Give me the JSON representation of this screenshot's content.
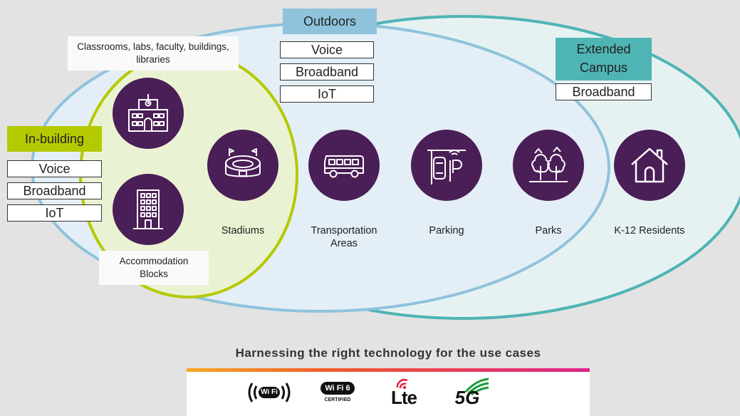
{
  "zones": {
    "in_building": {
      "label": "In-building",
      "services": [
        "Voice",
        "Broadband",
        "IoT"
      ],
      "color": "#b5c900"
    },
    "outdoors": {
      "label": "Outdoors",
      "services": [
        "Voice",
        "Broadband",
        "IoT"
      ],
      "color": "#8fc3dc"
    },
    "extended_campus": {
      "label": "Extended Campus",
      "services": [
        "Broadband"
      ],
      "color": "#4fb4b4"
    }
  },
  "notes": {
    "campus_buildings": "Classrooms, labs, faculty, buildings, libraries",
    "accommodation": "Accommodation Blocks"
  },
  "venues": [
    {
      "label": "Stadiums",
      "icon": "stadium-icon"
    },
    {
      "label": "Transportation Areas",
      "icon": "bus-icon"
    },
    {
      "label": "Parking",
      "icon": "parking-icon"
    },
    {
      "label": "Parks",
      "icon": "trees-icon"
    },
    {
      "label": "K-12 Residents",
      "icon": "house-icon"
    }
  ],
  "building_icons": [
    "school-building-icon",
    "apartment-block-icon"
  ],
  "footer": {
    "heading": "Harnessing the right technology for the use cases",
    "logos": [
      {
        "name": "wifi-logo-icon",
        "text": "Wi Fi"
      },
      {
        "name": "wifi6-certified-logo-icon",
        "text": "Wi Fi 6",
        "subtext": "CERTIFIED"
      },
      {
        "name": "lte-logo-icon",
        "text": "Lte"
      },
      {
        "name": "5g-logo-icon",
        "text": "5G"
      }
    ]
  },
  "colors": {
    "circle": "#4a1e56",
    "background": "#e3e3e3"
  }
}
